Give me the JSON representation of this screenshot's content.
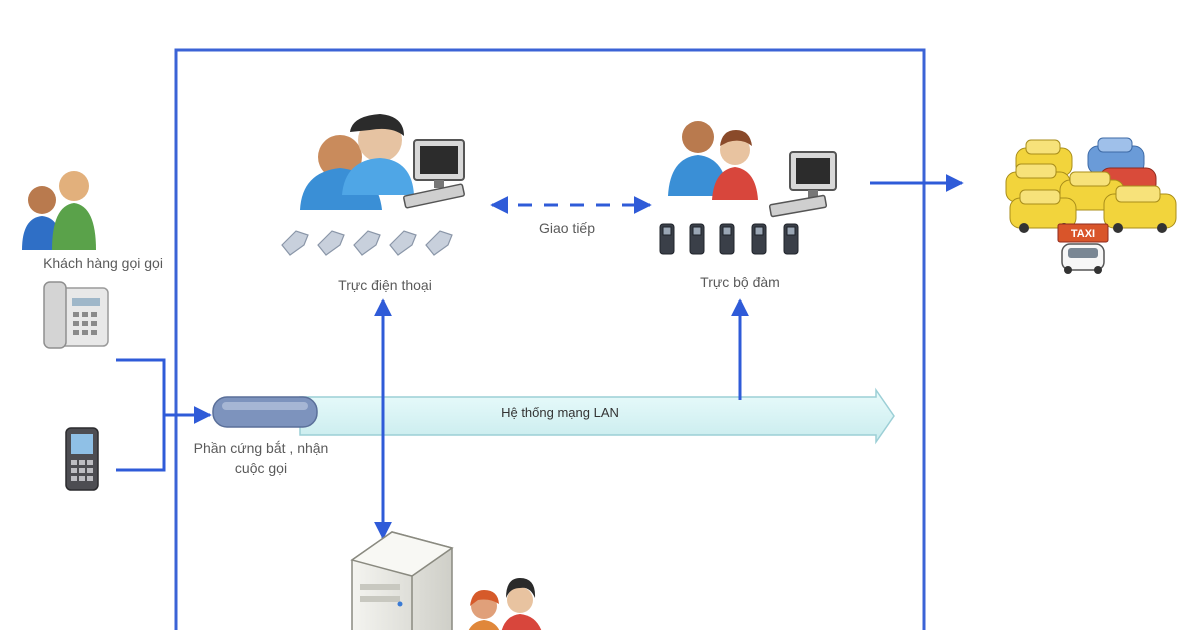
{
  "diagram": {
    "nodes": {
      "customers": {
        "label": "Khách hàng gọi gọi",
        "icon": "two-people-icon"
      },
      "desk_phone": {
        "icon": "desk-phone-icon"
      },
      "mobile_phone": {
        "icon": "mobile-phone-icon"
      },
      "hardware": {
        "label": "Phần cứng bắt , nhận cuộc gọi",
        "icon": "router-device-icon"
      },
      "phone_duty": {
        "label": "Trực điện thoại",
        "icon": "operators-computer-icon"
      },
      "radio_duty": {
        "label": "Trực bộ đàm",
        "icon": "dispatchers-computer-icon"
      },
      "taxis": {
        "icon": "taxi-fleet-icon",
        "sign": "TAXI"
      },
      "server": {
        "icon": "server-tower-icon"
      },
      "admins": {
        "icon": "admin-people-icon"
      }
    },
    "edges": {
      "communication": {
        "label": "Giao tiếp"
      },
      "lan": {
        "label": "Hệ thống mạng LAN"
      }
    },
    "colors": {
      "frame": "#3b63d6",
      "arrow": "#2f5bd8",
      "lan_fill": "#d6f3f3",
      "lan_stroke": "#9ccfd6",
      "router": "#7d93bd",
      "taxi_yellow": "#f2d43c",
      "taxi_red": "#d94b3a"
    }
  }
}
